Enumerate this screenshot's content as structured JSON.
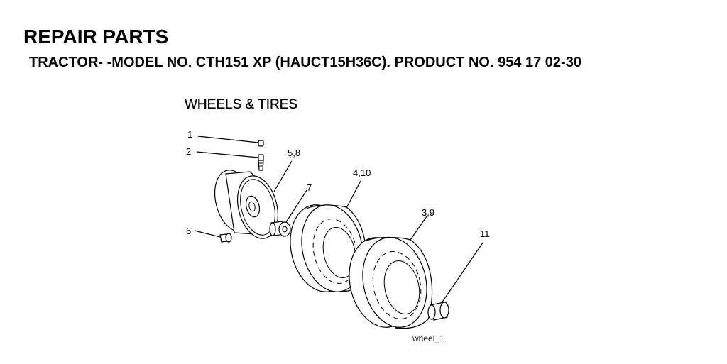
{
  "header": {
    "title": "REPAIR PARTS",
    "subtitle": "TRACTOR- -MODEL NO. CTH151 XP (HAUCT15H36C). PRODUCT NO. 954 17 02-30"
  },
  "section": {
    "title": "WHEELS & TIRES"
  },
  "callouts": [
    {
      "id": "1",
      "label": "1"
    },
    {
      "id": "2",
      "label": "2"
    },
    {
      "id": "58",
      "label": "5,8"
    },
    {
      "id": "7",
      "label": "7"
    },
    {
      "id": "410",
      "label": "4,10"
    },
    {
      "id": "39",
      "label": "3,9"
    },
    {
      "id": "6",
      "label": "6"
    },
    {
      "id": "11",
      "label": "11"
    }
  ],
  "caption": "wheel_1"
}
